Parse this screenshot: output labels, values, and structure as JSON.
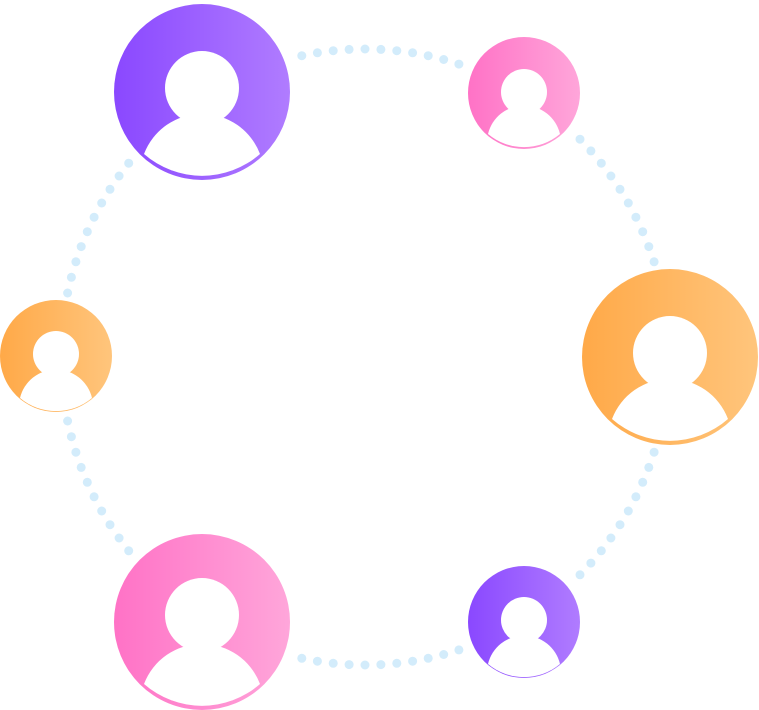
{
  "colors": {
    "background": "#ffffff",
    "dots": "#d3ecfb",
    "purple": "#9a5cff",
    "pink": "#ff85cc",
    "orange": "#ffb45a"
  },
  "avatars": [
    {
      "id": "top-left",
      "icon": "user-avatar-icon",
      "color": "purple"
    },
    {
      "id": "top-right",
      "icon": "user-avatar-icon",
      "color": "pink"
    },
    {
      "id": "left",
      "icon": "user-avatar-icon",
      "color": "orange"
    },
    {
      "id": "right",
      "icon": "user-avatar-icon",
      "color": "orange"
    },
    {
      "id": "bottom-left",
      "icon": "user-avatar-icon",
      "color": "pink"
    },
    {
      "id": "bottom-right",
      "icon": "user-avatar-icon",
      "color": "purple"
    }
  ]
}
